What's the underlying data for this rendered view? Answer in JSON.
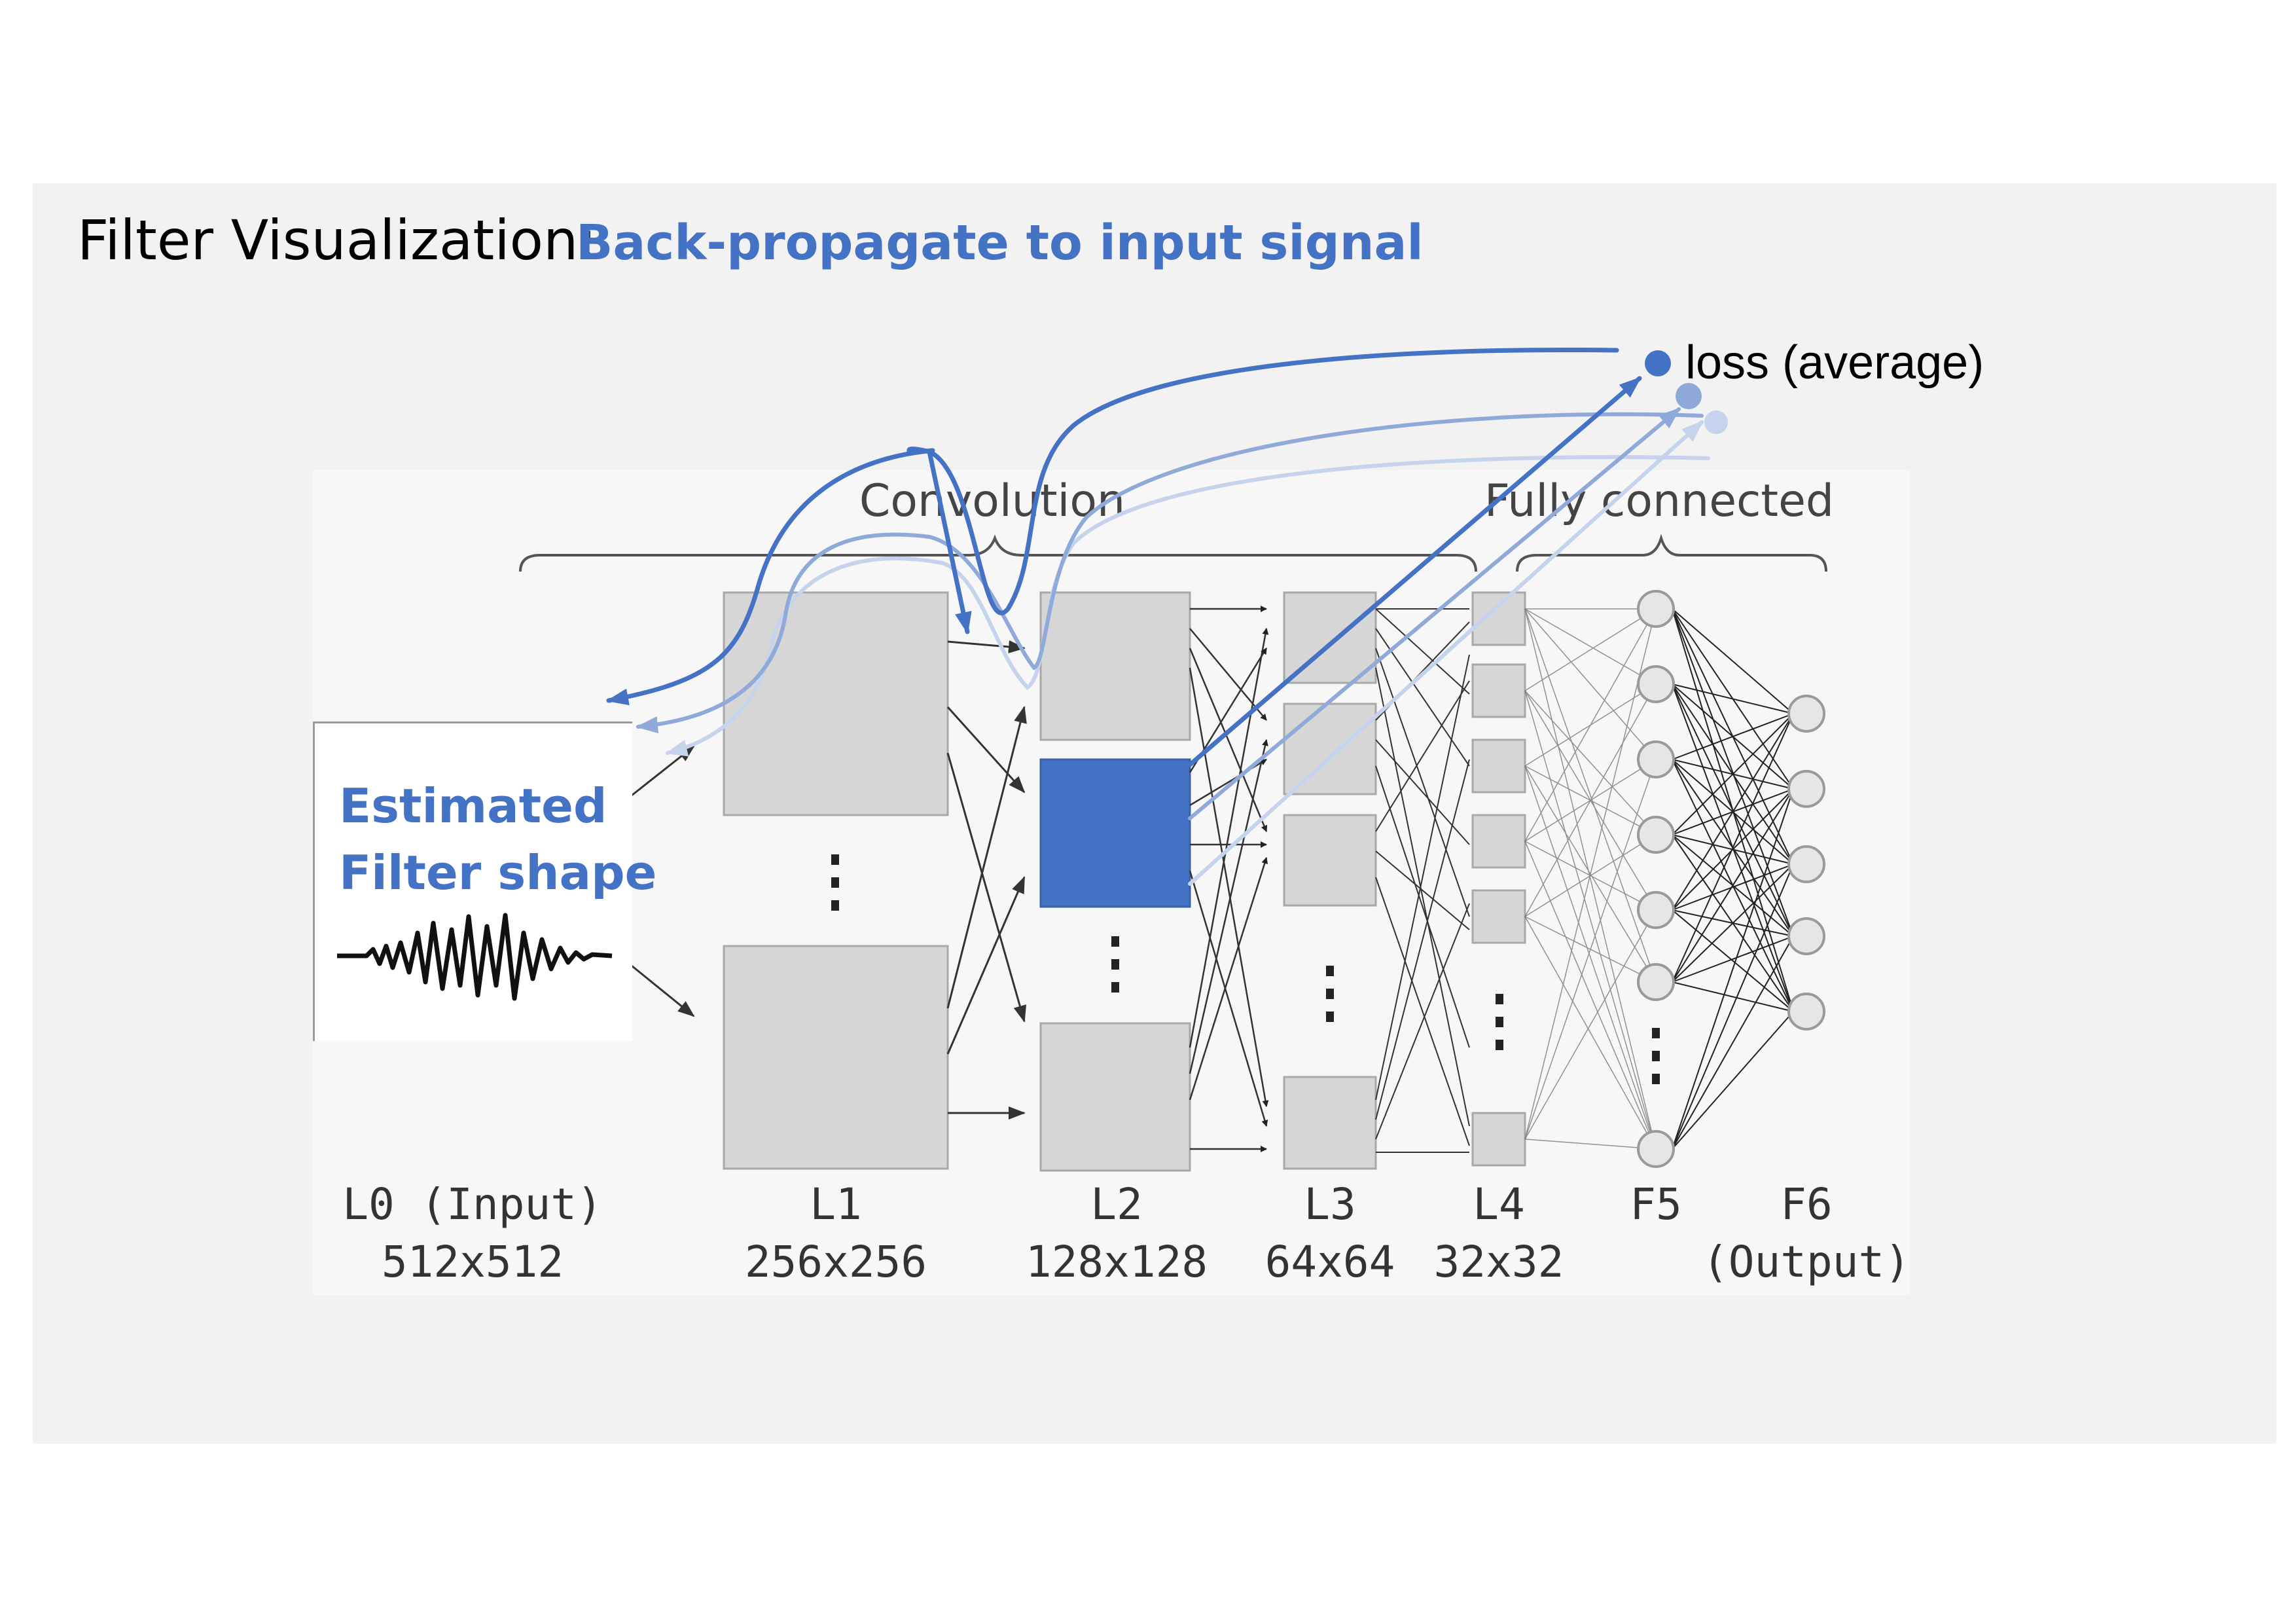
{
  "title": "Filter Visualization:",
  "subtitle": "Back-propagate to input signal",
  "loss_label": "loss (average)",
  "filter_label_line1": "Estimated",
  "filter_label_line2": "Filter shape",
  "groups": {
    "convolution": "Convolution",
    "fully_connected": "Fully connected"
  },
  "layers": [
    {
      "name": "L0 (Input)",
      "size": "512x512"
    },
    {
      "name": "L1",
      "size": "256x256"
    },
    {
      "name": "L2",
      "size": "128x128"
    },
    {
      "name": "L3",
      "size": "64x64"
    },
    {
      "name": "L4",
      "size": "32x32"
    },
    {
      "name": "F5",
      "size": ""
    },
    {
      "name": "F6",
      "size": "(Output)"
    }
  ],
  "colors": {
    "accent": "#4472c4",
    "panel": "#f2f2f2",
    "box": "#d6d6d6",
    "box_border": "#a8a8a8"
  }
}
